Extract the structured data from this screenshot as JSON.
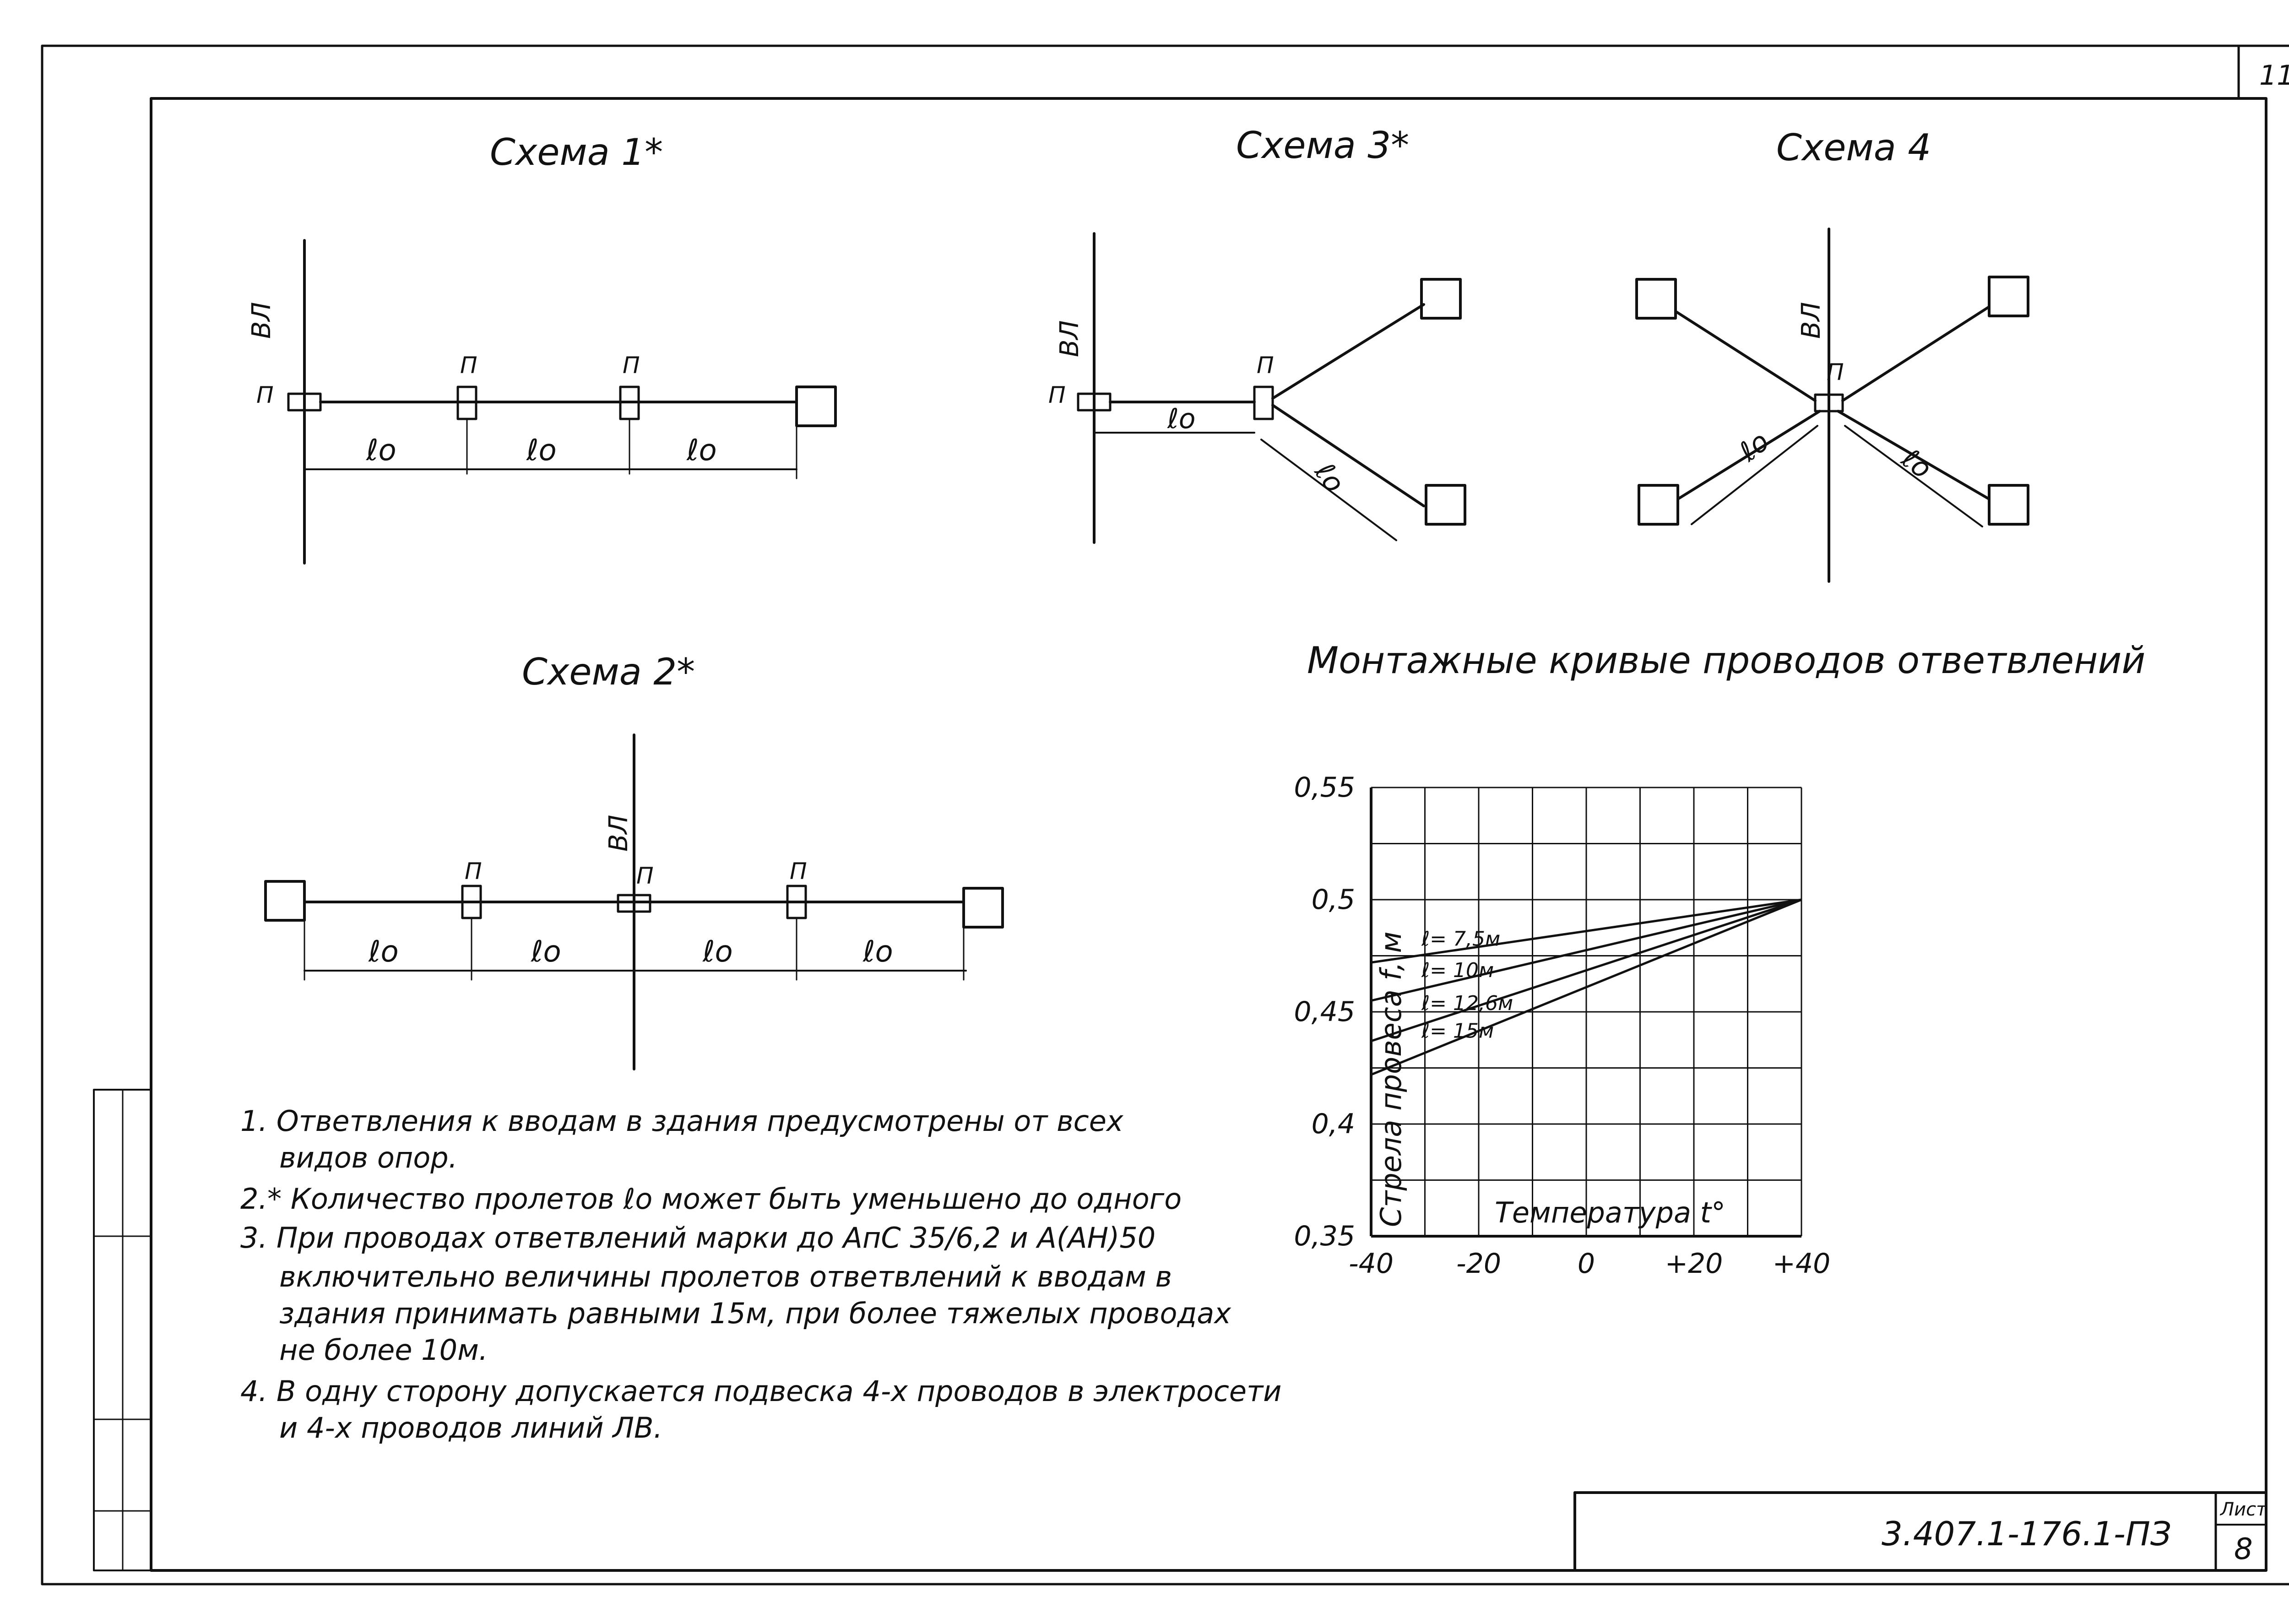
{
  "sheet_number_top": "11",
  "schemes": [
    {
      "title": "Схема 1*",
      "line_label": "ВЛ",
      "support_label": "П",
      "span_label": "ℓo"
    },
    {
      "title": "Схема 2*",
      "line_label": "ВЛ",
      "support_label": "П",
      "span_label": "ℓo"
    },
    {
      "title": "Схема 3*",
      "line_label": "ВЛ",
      "support_label": "П",
      "span_label": "ℓo"
    },
    {
      "title": "Схема 4",
      "line_label": "ВЛ",
      "support_label": "П",
      "span_label": "ℓo"
    }
  ],
  "chart_title": "Монтажные кривые проводов ответвлений",
  "chart_data": {
    "type": "line",
    "title": "Монтажные кривые проводов ответвлений",
    "xlabel": "Температура t°",
    "ylabel": "Стрела провеса f, м",
    "x_ticks": [
      "-40",
      "-20",
      "0",
      "+20",
      "+40"
    ],
    "y_ticks": [
      "0,35",
      "0,4",
      "0,45",
      "0,5",
      "0,55"
    ],
    "xlim": [
      -40,
      40
    ],
    "ylim": [
      0.35,
      0.55
    ],
    "grid": true,
    "series": [
      {
        "name": "ℓ= 7,5м",
        "x": [
          -40,
          40
        ],
        "y": [
          0.472,
          0.5
        ]
      },
      {
        "name": "ℓ= 10м",
        "x": [
          -40,
          40
        ],
        "y": [
          0.455,
          0.5
        ]
      },
      {
        "name": "ℓ= 12,6м",
        "x": [
          -40,
          40
        ],
        "y": [
          0.437,
          0.5
        ]
      },
      {
        "name": "ℓ= 15м",
        "x": [
          -40,
          40
        ],
        "y": [
          0.422,
          0.5
        ]
      }
    ]
  },
  "notes": [
    "1. Ответвления к вводам в здания предусмотрены от всех",
    "видов опор.",
    "2.* Количество пролетов ℓo может быть уменьшено до одного",
    "3. При проводах ответвлений марки до АпС 35/6,2 и А(АН)50",
    "включительно величины пролетов ответвлений к вводам в",
    "здания принимать равными 15м, при более тяжелых проводах",
    "не более 10м.",
    "4. В одну сторону допускается подвеска 4-х проводов в электросети",
    "и 4-х проводов линий ЛВ."
  ],
  "stamp": {
    "doc_code": "3.407.1-176.1-ПЗ",
    "sheet_label": "Лист",
    "sheet_value": "8"
  }
}
